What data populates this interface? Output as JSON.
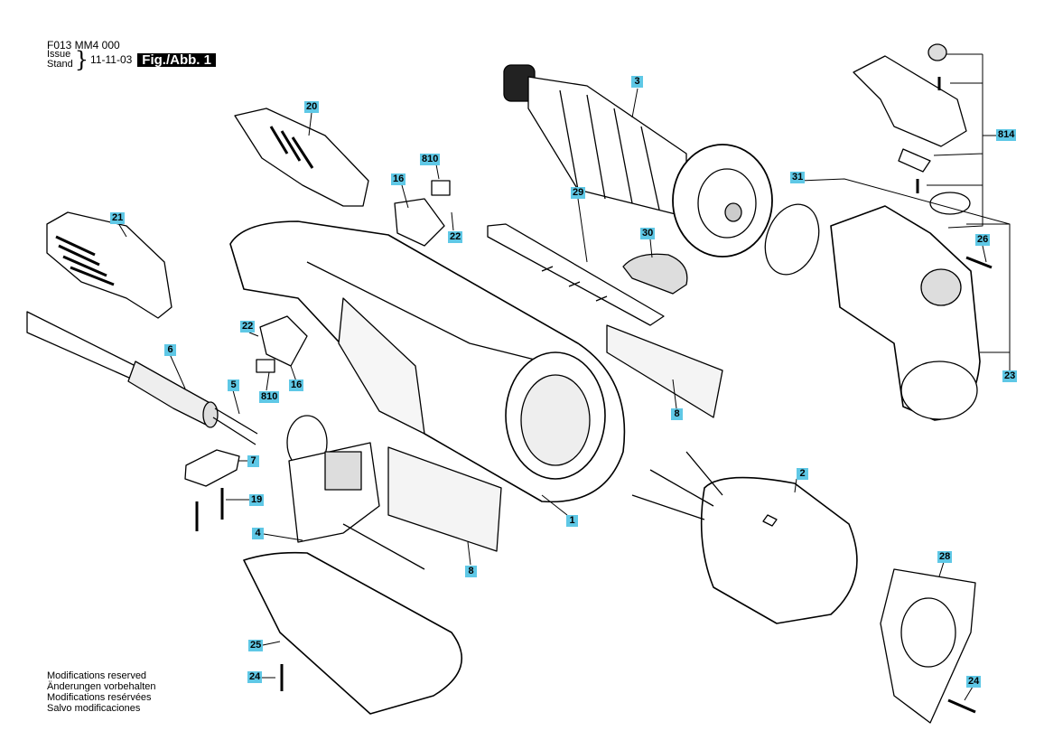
{
  "header": {
    "doc_code": "F013 MM4 000",
    "issue_label": "Issue",
    "stand_label": "Stand",
    "issue_date": "11-11-03",
    "figure_label": "Fig./Abb. 1"
  },
  "notes": [
    "Modifications reserved",
    "Änderungen vorbehalten",
    "Modifications resérvées",
    "Salvo modificaciones"
  ],
  "callouts": [
    "3",
    "814",
    "20",
    "810",
    "16",
    "22",
    "29",
    "30",
    "31",
    "21",
    "26",
    "22",
    "6",
    "5",
    "810",
    "16",
    "8",
    "23",
    "7",
    "19",
    "2",
    "4",
    "1",
    "8",
    "28",
    "25",
    "24",
    "24"
  ],
  "colors": {
    "callout_fill": "#5fc8e6",
    "line": "#000000"
  }
}
